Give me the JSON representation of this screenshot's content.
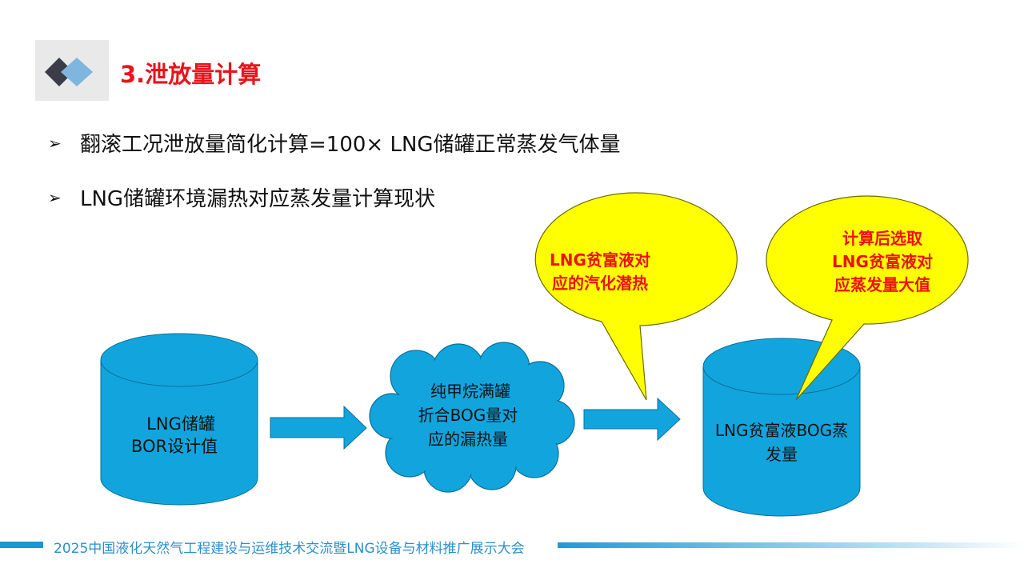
{
  "title": "3.泄放量计算",
  "bullets": [
    {
      "mark": "➢",
      "text": "翻滚工况泄放量简化计算=100× LNG储罐正常蒸发气体量"
    },
    {
      "mark": "➢",
      "text": "LNG储罐环境漏热对应蒸发量计算现状"
    }
  ],
  "diagram": {
    "tank1": {
      "line1": "LNG储罐",
      "line2": "BOR设计值"
    },
    "cloud": {
      "line1": "纯甲烷满罐",
      "line2": "折合BOG量对",
      "line3": "应的漏热量"
    },
    "tank2": {
      "line1": "LNG贫富液BOG蒸",
      "line2": "发量"
    },
    "bubble1": {
      "line1": "LNG贫富液对",
      "line2": "应的汽化潜热"
    },
    "bubble2": {
      "line1": "计算后选取",
      "line2": "LNG贫富液对",
      "line3": "应蒸发量大值"
    }
  },
  "colors": {
    "title": "#e8141b",
    "shape_fill": "#12a5dd",
    "bubble_fill": "#ffff00",
    "bubble_text": "#ee1111",
    "footer": "#2d8fc9"
  },
  "footer": {
    "text": "2025中国液化天然气工程建设与运维技术交流暨LNG设备与材料推广展示大会"
  }
}
